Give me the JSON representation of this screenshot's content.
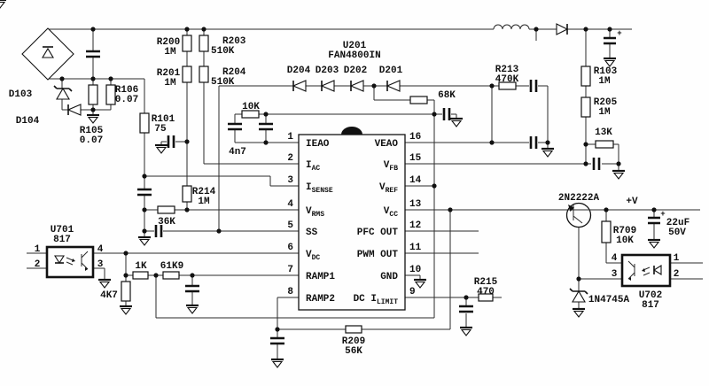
{
  "ic": {
    "ref": "U201",
    "part": "FAN4800IN",
    "left_pins": [
      {
        "num": "1",
        "base": "IEAO",
        "sub": ""
      },
      {
        "num": "2",
        "base": "I",
        "sub": "AC"
      },
      {
        "num": "3",
        "base": "I",
        "sub": "SENSE"
      },
      {
        "num": "4",
        "base": "V",
        "sub": "RMS"
      },
      {
        "num": "5",
        "base": "SS",
        "sub": ""
      },
      {
        "num": "6",
        "base": "V",
        "sub": "DC"
      },
      {
        "num": "7",
        "base": "RAMP1",
        "sub": ""
      },
      {
        "num": "8",
        "base": "RAMP2",
        "sub": ""
      }
    ],
    "right_pins": [
      {
        "num": "16",
        "base": "VEAO",
        "sub": ""
      },
      {
        "num": "15",
        "base": "V",
        "sub": "FB"
      },
      {
        "num": "14",
        "base": "V",
        "sub": "REF"
      },
      {
        "num": "13",
        "base": "V",
        "sub": "CC"
      },
      {
        "num": "12",
        "base": "PFC OUT",
        "sub": ""
      },
      {
        "num": "11",
        "base": "PWM OUT",
        "sub": ""
      },
      {
        "num": "10",
        "base": "GND",
        "sub": ""
      },
      {
        "num": "9",
        "base": "DC I",
        "sub": "LIMIT"
      }
    ]
  },
  "labels": {
    "d103": "D103",
    "d104": "D104",
    "r105": "R105",
    "r105v": "0.07",
    "r106": "R106",
    "r106v": "0.07",
    "r101": "R101",
    "r101v": "75",
    "r200": "R200",
    "r200v": "1M",
    "r201": "R201",
    "r201v": "1M",
    "r203": "R203",
    "r203v": "510K",
    "r204": "R204",
    "r204v": "510K",
    "r214": "R214",
    "r214v": "1M",
    "r36k": "36K",
    "r10k": "10K",
    "c4n7": "4n7",
    "d204": "D204",
    "d203": "D203",
    "d202": "D202",
    "d201": "D201",
    "r68k": "68K",
    "r213": "R213",
    "r213v": "470K",
    "r103": "R103",
    "r103v": "1M",
    "r205": "R205",
    "r205v": "1M",
    "r13k": "13K",
    "r1k": "1K",
    "r61k9": "61K9",
    "r4k7": "4K7",
    "r209": "R209",
    "r209v": "56K",
    "r215": "R215",
    "r215v": "470",
    "q1": "2N2222A",
    "vplus": "+V",
    "r709": "R709",
    "r709v": "10K",
    "c22": "22uF",
    "c22v": "50V",
    "dz": "1N4745A",
    "plus": "+"
  },
  "opto1": {
    "ref": "U701",
    "part": "817",
    "p1": "1",
    "p2": "2",
    "p3": "3",
    "p4": "4"
  },
  "opto2": {
    "ref": "U702",
    "part": "817",
    "p1": "1",
    "p2": "2",
    "p3": "3",
    "p4": "4"
  }
}
